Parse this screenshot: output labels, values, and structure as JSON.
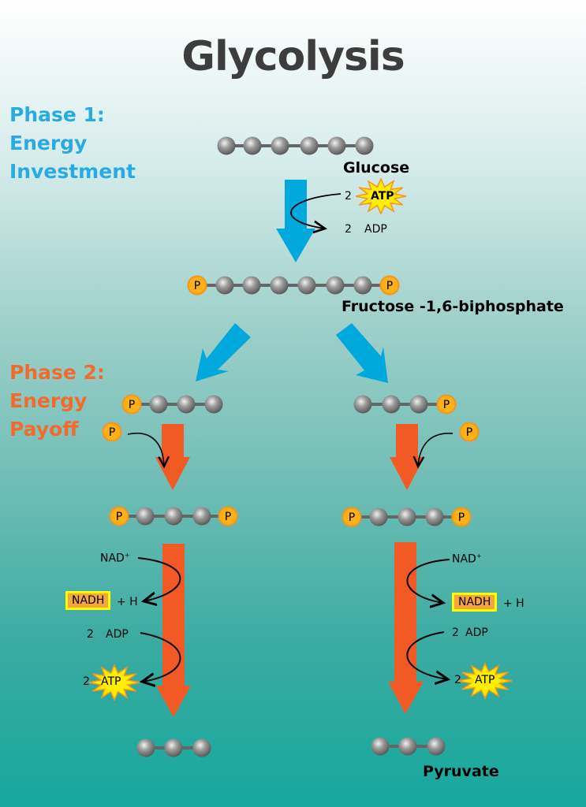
{
  "title": "Glycolysis",
  "phase1": {
    "line1": "Phase 1:",
    "line2": "Energy",
    "line3": "Investment",
    "color": "#29abe2"
  },
  "phase2": {
    "line1": "Phase 2:",
    "line2": "Energy",
    "line3": "Payoff",
    "color": "#f26b2d"
  },
  "molecules": {
    "glucose": "Glucose",
    "fructose": "Fructose -1,6-biphosphate",
    "pyruvate": "Pyruvate"
  },
  "phosphate_label": "P",
  "step1": {
    "atp_count": "2",
    "atp": "ATP",
    "adp_count": "2",
    "adp": "ADP"
  },
  "left_branch": {
    "nad": "NAD",
    "nad_sup": "+",
    "nadh": "NADH",
    "h": "+ H",
    "adp_count": "2",
    "adp": "ADP",
    "atp_count": "2",
    "atp": "ATP"
  },
  "right_branch": {
    "nad": "NAD",
    "nad_sup": "+",
    "nadh": "NADH",
    "h": "+ H",
    "adp_count": "2",
    "adp": "ADP",
    "atp_count": "2",
    "atp": "ATP"
  },
  "colors": {
    "phase1_arrow": "#00a9dc",
    "phase2_arrow": "#f15a24",
    "carbon": "#8a8a8a",
    "phosphate": "#fbb117",
    "atp_burst": "#ffee00",
    "nadh_box": "#f7a541"
  }
}
